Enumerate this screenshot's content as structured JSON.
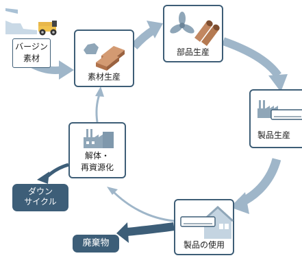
{
  "virgin": {
    "line1": "バージン",
    "line2": "素材"
  },
  "materials_production": {
    "label": "素材生産"
  },
  "parts_production": {
    "label": "部品生産"
  },
  "product_production": {
    "label": "製品生産"
  },
  "product_use": {
    "label": "製品の使用"
  },
  "disassembly": {
    "line1": "解体・",
    "line2": "再資源化"
  },
  "downcycle": {
    "line1": "ダウン",
    "line2": "サイクル"
  },
  "waste": {
    "label": "廃棄物"
  },
  "colors": {
    "cycle_arrow": "#9fb6c9",
    "node_border": "#3d5d76",
    "dark_fill": "#3d5e78",
    "ingot": "#c28761",
    "pipe": "#b57a52"
  }
}
